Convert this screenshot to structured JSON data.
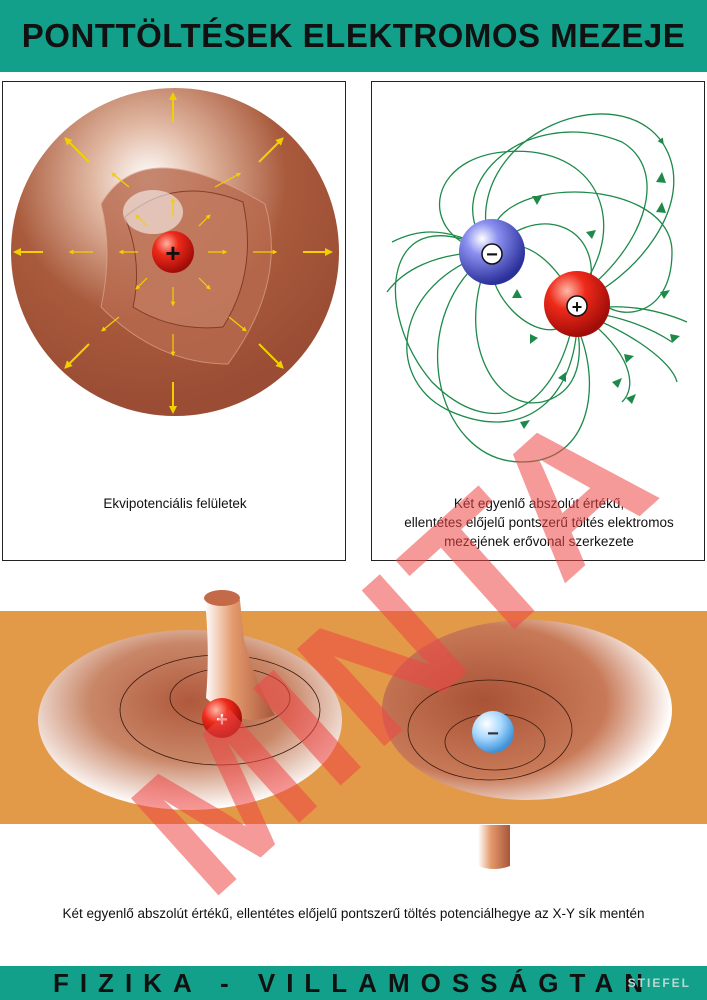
{
  "header": {
    "title": "PONTTÖLTÉSEK ELEKTROMOS MEZEJE"
  },
  "panels": {
    "left_caption": "Ekvipotenciális felületek",
    "left_charge_symbol": "+",
    "right_caption_line1": "Két egyenlő abszolút értékű,",
    "right_caption_line2": "ellentétes előjelű pontszerű töltés elektromos",
    "right_caption_line3": "mezejének erővonal szerkezete",
    "right_negative_symbol": "−",
    "right_positive_symbol": "+"
  },
  "bottom": {
    "caption": "Két egyenlő abszolút értékű, ellentétes előjelű pontszerű töltés potenciálhegye az X-Y sík mentén",
    "positive_symbol": "+",
    "negative_symbol": "−"
  },
  "watermark": "MINTA",
  "footer": {
    "subject": "FIZIKA - VILLAMOSSÁGTAN",
    "logo": "STIEFEL"
  },
  "colors": {
    "teal": "#12a08a",
    "brown": "#a4543a",
    "orange_band": "#e39a48",
    "arrow_yellow": "#f2d000",
    "field_green": "#1d8a4a",
    "watermark_red": "#ee4646"
  },
  "icons": {
    "positive_charge": "plus-sphere-icon",
    "negative_charge": "minus-sphere-icon",
    "field_arrow": "arrow-icon"
  }
}
